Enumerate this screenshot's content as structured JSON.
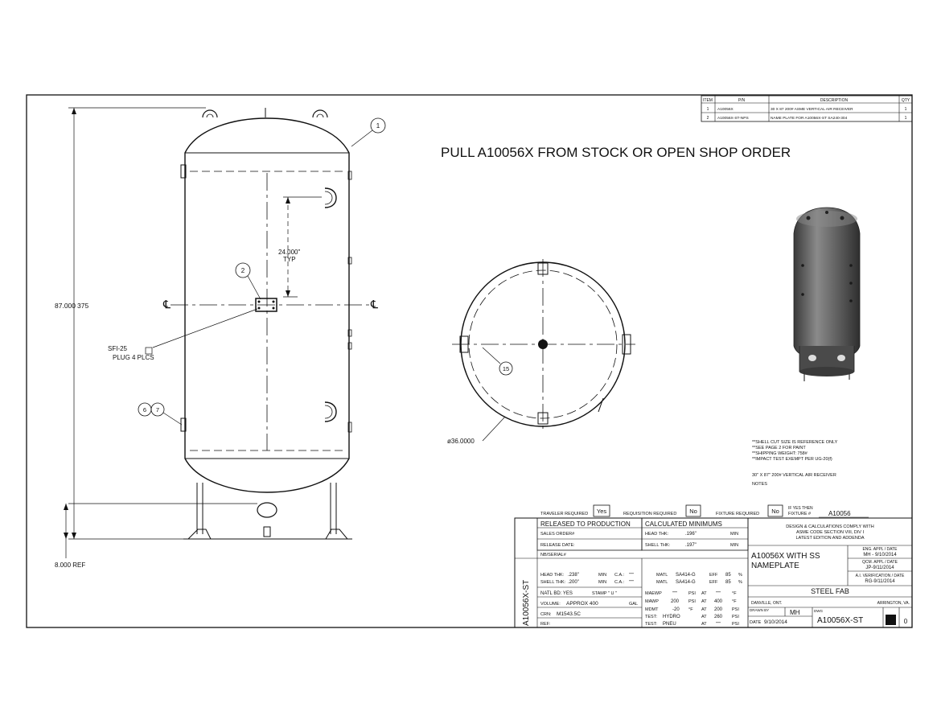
{
  "bom": {
    "headers": [
      "ITEM",
      "P/N",
      "DESCRIPTION",
      "QTY"
    ],
    "rows": [
      [
        "1",
        "A10056X",
        "30 X 87 200# ASME VERTICAL AIR RECEIVER",
        "1"
      ],
      [
        "2",
        "A10056X-ST-NPS",
        "NAME PLATE FOR A10056X-ST  SA240-304",
        "1"
      ]
    ]
  },
  "heading": "PULL A10056X FROM STOCK OR OPEN SHOP ORDER",
  "callouts": {
    "c1": "1",
    "c2": "2",
    "c6": "6",
    "c7": "7",
    "c15": "15"
  },
  "dims": {
    "overall_height": "87.000",
    "overall_height_tail": "375",
    "spacing": "24.000\"",
    "spacing_note": "TYP",
    "ref_bottom": "8.000 REF",
    "diameter": "ø36.0000"
  },
  "labels": {
    "fitting_1": "SFI-25",
    "fitting_2": "PLUG 4 PLCS",
    "centerline": "℄"
  },
  "notes": [
    "**SHELL CUT SIZE IS REFERENCE ONLY",
    "**SEE PAGE 2 FOR PAINT",
    "**SHIPPING WEIGHT: 758#",
    "**IMPACT TEST EXEMPT PER UG-20(f)"
  ],
  "notes_caption": [
    "30\" X 87\" 200# VERTICAL AIR RECEIVER",
    "NOTES"
  ],
  "traveler": {
    "traveler_label": "TRAVELER REQUIRED",
    "traveler_val": "Yes",
    "req_label": "REQUISITION REQUIRED",
    "req_val": "No",
    "fixture_label": "FIXTURE REQUIRED",
    "fixture_val": "No",
    "if_yes": "IF YES THEN",
    "fixture_no_label": "FIXTURE #",
    "fixture_no": "A10056"
  },
  "release": {
    "title": "RELEASED TO PRODUCTION",
    "sales_order": "SALES ORDER#",
    "release_date": "RELEASE DATE:",
    "serial": "NB/SERIAL#"
  },
  "minimums": {
    "title": "CALCULATED MINIMUMS",
    "head_label": "HEAD THK:",
    "head_val": ".196\"",
    "head_unit": "MIN",
    "shell_label": "SHELL THK:",
    "shell_val": ".197\"",
    "shell_unit": "MIN"
  },
  "specs": {
    "head_thk": "HEAD THK:",
    "head_val": ".238\"",
    "min1": "MIN",
    "ca1": "C.A.:",
    "ca1_val": "\"\"\"",
    "shell_thk": "SHELL THK:",
    "shell_val": ".200\"",
    "min2": "MIN",
    "ca2": "C.A.:",
    "ca2_val": "\"\"\"",
    "matl1": "MATL",
    "matl1_val": "SA414-G",
    "eff1": "EFF",
    "eff1_val": "85",
    "pct1": "%",
    "matl2": "MATL",
    "matl2_val": "SA414-G",
    "eff2": "EFF",
    "eff2_val": "85",
    "pct2": "%",
    "natl_bd": "NATL BD: YES",
    "stamp": "STAMP \"  U  \"",
    "volume_label": "VOLUME:",
    "volume_val": "APPROX 400",
    "volume_unit": "GAL",
    "crn_label": "CRN:",
    "crn_val": "M1543.5C",
    "ref_label": "REF:",
    "maewp": "MAEWP",
    "maewp_val": "\"\"\"",
    "psi1": "PSI",
    "at1": "AT",
    "at1_val": "\"\"\"",
    "f1": "°F",
    "mawp": "MAWP",
    "mawp_val": "200",
    "psi2": "PSI",
    "at2": "AT",
    "at2_val": "400",
    "f2": "°F",
    "mdmt": "MDMT",
    "mdmt_val": "-20",
    "f3": "°F",
    "at3": "AT",
    "at3_val": "200",
    "psi3": "PSI",
    "test1": "TEST:",
    "test1_val": "HYDRO",
    "at4": "AT",
    "at4_val": "260",
    "psi4": "PSI",
    "test2": "TEST:",
    "test2_val": "PNEU",
    "at5": "AT",
    "at5_val": "\"\"\"",
    "psi5": "PSI"
  },
  "compliance": [
    "DESIGN & CALCULATIONS COMPLY WITH",
    "ASME CODE SECTION VIII, DIV I",
    "LATEST EDITION AND ADDENDA"
  ],
  "approvals": [
    {
      "label": "ENG. APPL / DATE",
      "value": "MH - 9/10/2014"
    },
    {
      "label": "QCM. APPL / DATE",
      "value": "JP-9/11/2014"
    },
    {
      "label": "A.I. VERIFICATION / DATE",
      "value": "RG-9/11/2014"
    }
  ],
  "title_block": {
    "part_title_1": "A10056X WITH SS",
    "part_title_2": "NAMEPLATE",
    "company": "STEEL FAB",
    "city_left": "DANVILLE, ONT.",
    "city_right": "ARRINGTON, VA.",
    "drawn_label": "DRAWN BY",
    "drawn_val": "MH",
    "date_label": "DATE",
    "date_val": "9/10/2014",
    "dwg_label": "DWG",
    "dwg_val": "A10056X-ST",
    "rev": "0",
    "side_label": "A10056X-ST"
  }
}
